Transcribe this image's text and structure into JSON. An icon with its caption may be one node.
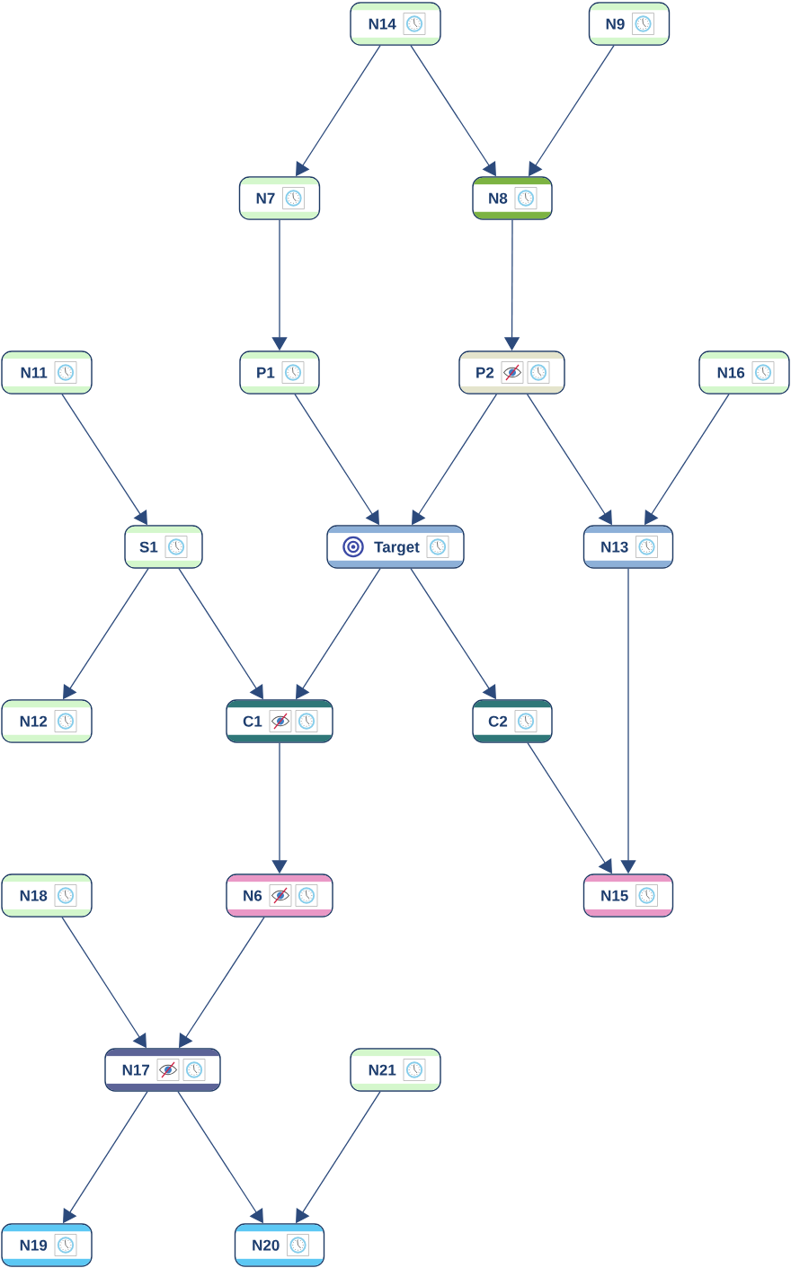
{
  "diagram": {
    "nodes": [
      {
        "text": [
          "N14"
        ]
      },
      {
        "text": [
          "N9"
        ]
      },
      {
        "text": [
          "N7"
        ]
      },
      {
        "text": [
          "N8"
        ]
      },
      {
        "text": [
          "N11"
        ]
      },
      {
        "text": [
          "P1"
        ]
      },
      {
        "text": [
          "P2"
        ]
      },
      {
        "text": [
          "N16"
        ]
      },
      {
        "text": [
          "S1"
        ]
      },
      {
        "text": [
          "Target"
        ]
      },
      {
        "text": [
          "N13"
        ]
      },
      {
        "text": [
          "N12"
        ]
      },
      {
        "text": [
          "C1"
        ]
      },
      {
        "text": [
          "C2"
        ]
      },
      {
        "text": [
          "N18"
        ]
      },
      {
        "text": [
          "N6"
        ]
      },
      {
        "text": [
          "N15"
        ]
      },
      {
        "text": [
          "N17"
        ]
      },
      {
        "text": [
          "N21"
        ]
      },
      {
        "text": [
          "N19"
        ]
      },
      {
        "text": [
          "N20"
        ]
      }
    ],
    "edges": [
      {
        "from": 0,
        "to": 2,
        "arrow": "to"
      },
      {
        "from": 0,
        "to": 3,
        "arrow": "to"
      },
      {
        "from": 1,
        "to": 3,
        "arrow": "to"
      },
      {
        "from": 2,
        "to": 5,
        "arrow": "to"
      },
      {
        "from": 3,
        "to": 6,
        "arrow": "to"
      },
      {
        "from": 4,
        "to": 8,
        "arrow": "to"
      },
      {
        "from": 5,
        "to": 9,
        "arrow": "to"
      },
      {
        "from": 6,
        "to": 9,
        "arrow": "to"
      },
      {
        "from": 6,
        "to": 10,
        "arrow": "to"
      },
      {
        "from": 7,
        "to": 10,
        "arrow": "to"
      },
      {
        "from": 8,
        "to": 11,
        "arrow": "to"
      },
      {
        "from": 8,
        "to": 12,
        "arrow": "to"
      },
      {
        "from": 9,
        "to": 12,
        "arrow": "to"
      },
      {
        "from": 9,
        "to": 13,
        "arrow": "to"
      },
      {
        "from": 10,
        "to": 16,
        "arrow": "to"
      },
      {
        "from": 12,
        "to": 15,
        "arrow": "to"
      },
      {
        "from": 13,
        "to": 16,
        "arrow": "to"
      },
      {
        "from": 14,
        "to": 17,
        "arrow": "to"
      },
      {
        "from": 15,
        "to": 17,
        "arrow": "to"
      },
      {
        "from": 17,
        "to": 19,
        "arrow": "to"
      },
      {
        "from": 17,
        "to": 20,
        "arrow": "to"
      },
      {
        "from": 18,
        "to": 20,
        "arrow": "to"
      }
    ]
  }
}
